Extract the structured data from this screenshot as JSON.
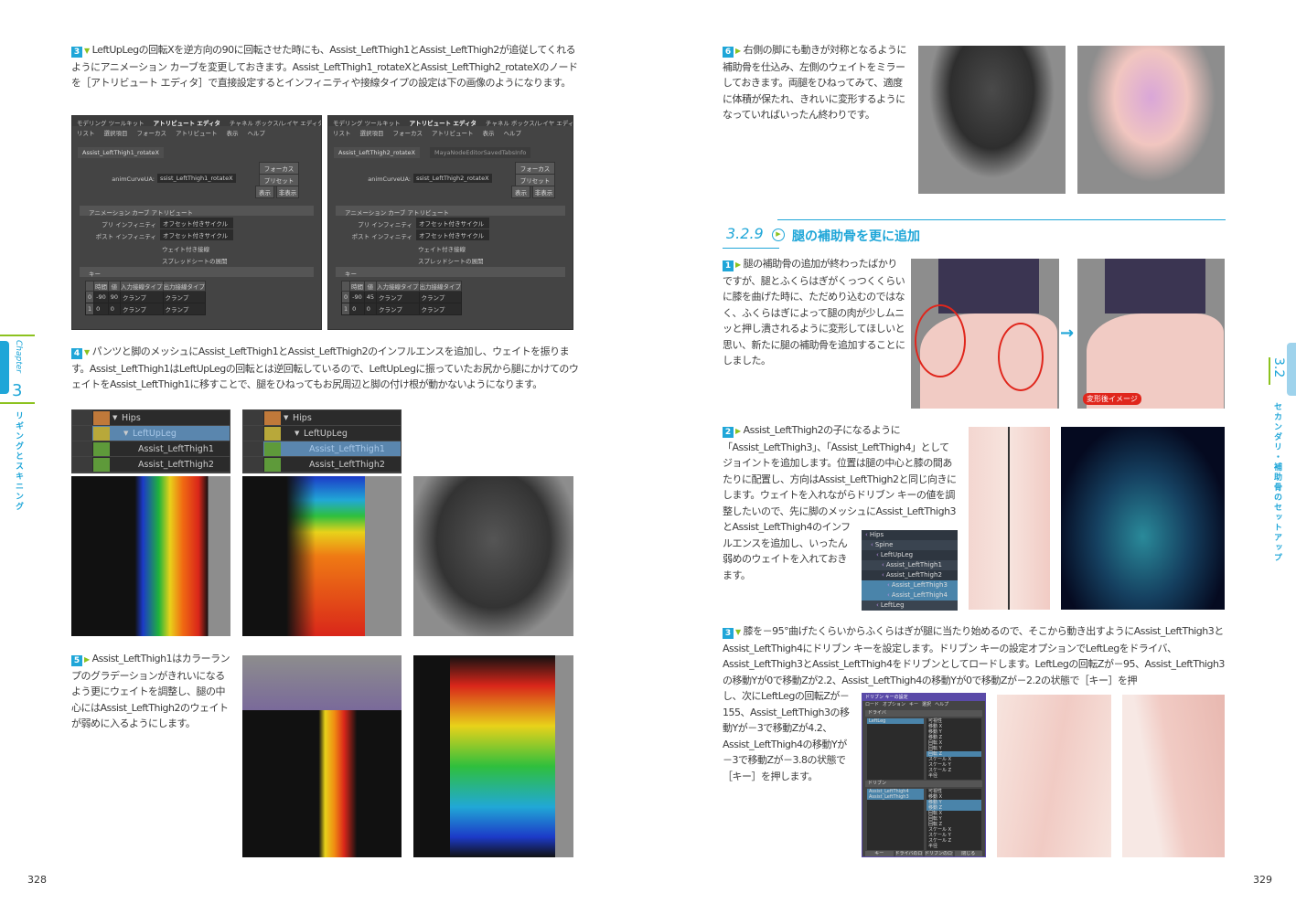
{
  "left_page": {
    "page_number": "328",
    "chapter_tab": {
      "label": "Chapter",
      "number": "3",
      "title": "リギングとスキニング"
    },
    "step3": {
      "num": "3",
      "text": "LeftUpLegの回転Xを逆方向の90に回転させた時にも、Assist_LeftThigh1とAssist_LeftThigh2が追従してくれるようにアニメーション カーブを変更しておきます。Assist_LeftThigh1_rotateXとAssist_LeftThigh2_rotateXのノードを［アトリビュート エディタ］で直接設定するとインフィニティや接線タイプの設定は下の画像のようになります。"
    },
    "panels": [
      {
        "tabs": [
          "モデリング ツールキット",
          "アトリビュート エディタ",
          "チャネル ボックス/レイヤ エディタ"
        ],
        "menu": [
          "リスト",
          "選択項目",
          "フォーカス",
          "アトリビュート",
          "表示",
          "ヘルプ"
        ],
        "node_tabs": [
          "Assist_LeftThigh1_rotateX"
        ],
        "anim_label": "animCurveUA:",
        "anim_value": "ssist_LeftThigh1_rotateX",
        "buttons": [
          "フォーカス",
          "プリセット",
          "表示",
          "非表示"
        ],
        "section": "アニメーション カーブ アトリビュート",
        "pre_label": "プリ インフィニティ",
        "pre_value": "オフセット付きサイクル",
        "post_label": "ポスト インフィニティ",
        "post_value": "オフセット付きサイクル",
        "check1": "ウェイト付き接線",
        "check2": "スプレッドシートの展開",
        "keys_label": "キー",
        "columns": [
          "時間",
          "値",
          "入力接線タイプ",
          "出力接線タイプ"
        ],
        "rows": [
          [
            "0",
            "-90",
            "90",
            "クランプ",
            "クランプ"
          ],
          [
            "1",
            "0",
            "0",
            "クランプ",
            "クランプ"
          ]
        ]
      },
      {
        "tabs": [
          "モデリング ツールキット",
          "アトリビュート エディタ",
          "チャネル ボックス/レイヤ エディタ"
        ],
        "menu": [
          "リスト",
          "選択項目",
          "フォーカス",
          "アトリビュート",
          "表示",
          "ヘルプ"
        ],
        "node_tabs": [
          "Assist_LeftThigh2_rotateX",
          "MayaNodeEditorSavedTabsInfo"
        ],
        "anim_label": "animCurveUA:",
        "anim_value": "ssist_LeftThigh2_rotateX",
        "buttons": [
          "フォーカス",
          "プリセット",
          "表示",
          "非表示"
        ],
        "section": "アニメーション カーブ アトリビュート",
        "pre_label": "プリ インフィニティ",
        "pre_value": "オフセット付きサイクル",
        "post_label": "ポスト インフィニティ",
        "post_value": "オフセット付きサイクル",
        "check1": "ウェイト付き接線",
        "check2": "スプレッドシートの展開",
        "keys_label": "キー",
        "columns": [
          "時間",
          "値",
          "入力接線タイプ",
          "出力接線タイプ"
        ],
        "rows": [
          [
            "0",
            "-90",
            "45",
            "クランプ",
            "クランプ"
          ],
          [
            "1",
            "0",
            "0",
            "クランプ",
            "クランプ"
          ]
        ]
      }
    ],
    "step4": {
      "num": "4",
      "text": "パンツと脚のメッシュにAssist_LeftThigh1とAssist_LeftThigh2のインフルエンスを追加し、ウェイトを振ります。Assist_LeftThigh1はLeftUpLegの回転とは逆回転しているので、LeftUpLegに振っていたお尻から腿にかけてのウェイトをAssist_LeftThigh1に移すことで、腿をひねってもお尻周辺と脚の付け根が動かないようになります。"
    },
    "outliners": [
      {
        "items": [
          "Hips",
          "LeftUpLeg",
          "Assist_LeftThigh1",
          "Assist_LeftThigh2"
        ],
        "selected": 1
      },
      {
        "items": [
          "Hips",
          "LeftUpLeg",
          "Assist_LeftThigh1",
          "Assist_LeftThigh2"
        ],
        "selected": 2
      }
    ],
    "step5": {
      "num": "5",
      "text": "Assist_LeftThigh1はカラーランプのグラデーションがきれいになるよう更にウェイトを調整し、腿の中心にはAssist_LeftThigh2のウェイトが弱めに入るようにします。"
    }
  },
  "right_page": {
    "page_number": "329",
    "section_tab": {
      "number": "3.2",
      "title": "セカンダリ・補助骨のセットアップ"
    },
    "step6": {
      "num": "6",
      "text": "右側の脚にも動きが対称となるように補助骨を仕込み、左側のウェイトをミラーしておきます。両腿をひねってみて、適度に体積が保たれ、きれいに変形するようになっていればいったん終わりです。"
    },
    "section_heading": {
      "number": "3.2.9",
      "title": "腿の補助骨を更に追加"
    },
    "s1": {
      "num": "1",
      "text": "腿の補助骨の追加が終わったばかりですが、腿とふくらはぎがくっつくくらいに膝を曲げた時に、ただめり込むのではなく、ふくらはぎによって腿の肉が少しムニッと押し潰されるように変形してほしいと思い、新たに腿の補助骨を追加することにしました。",
      "after_label": "変形後イメージ"
    },
    "s2": {
      "num": "2",
      "text_a": "Assist_LeftThigh2の子になるように「Assist_LeftThigh3」、「Assist_LeftThigh4」としてジョイントを追加します。位置は腿の中心と膝の間あたりに配置し、方向はAssist_LeftThigh2と同じ向きにします。ウェイトを入れながらドリブン キーの値を調整したいので、先に脚のメッシュにAssist_LeftThigh3",
      "text_b": "とAssist_LeftThigh4のインフルエンスを追加し、いったん弱めのウェイトを入れておきます。",
      "outliner": [
        "Hips",
        "Spine",
        "LeftUpLeg",
        "Assist_LeftThigh1",
        "Assist_LeftThigh2",
        "Assist_LeftThigh3",
        "Assist_LeftThigh4",
        "LeftLeg"
      ]
    },
    "s3": {
      "num": "3",
      "text_a": "膝を－95°曲げたくらいからふくらはぎが腿に当たり始めるので、そこから動き出すようにAssist_LeftThigh3とAssist_LeftThigh4にドリブン キーを設定します。ドリブン キーの設定オプションでLeftLegをドライバ、Assist_LeftThigh3とAssist_LeftThigh4をドリブンとしてロードします。LeftLegの回転Zが－95、Assist_LeftThigh3の移動Yが0で移動Zが2.2、Assist_LeftThigh4の移動Yが0で移動Zが－2.2の状態で［キー］を押",
      "text_b": "し、次にLeftLegの回転Zが－155、Assist_LeftThigh3の移動Yが－3で移動Zが4.2、Assist_LeftThigh4の移動Yが－3で移動Zが－3.8の状態で［キー］を押します。",
      "dialog": {
        "title": "ドリブン キーの設定",
        "menu": [
          "ロード",
          "オプション",
          "キー",
          "選択",
          "ヘルプ"
        ],
        "driver_label": "ドライバ",
        "driver_items": [
          "LeftLeg"
        ],
        "driven_label": "ドリブン",
        "driven_items": [
          "Assist_LeftThigh4",
          "Assist_LeftThigh3"
        ],
        "attrs": [
          "可視性",
          "移動 X",
          "移動 Y",
          "移動 Z",
          "回転 X",
          "回転 Y",
          "回転 Z",
          "スケール X",
          "スケール Y",
          "スケール Z",
          "半径"
        ],
        "buttons": [
          "キー",
          "ドライバのロード",
          "ドリブンのロード",
          "閉じる"
        ]
      }
    }
  },
  "colors": {
    "accent": "#1fa6d8",
    "green": "#8cc21f",
    "red": "#e0261c"
  }
}
